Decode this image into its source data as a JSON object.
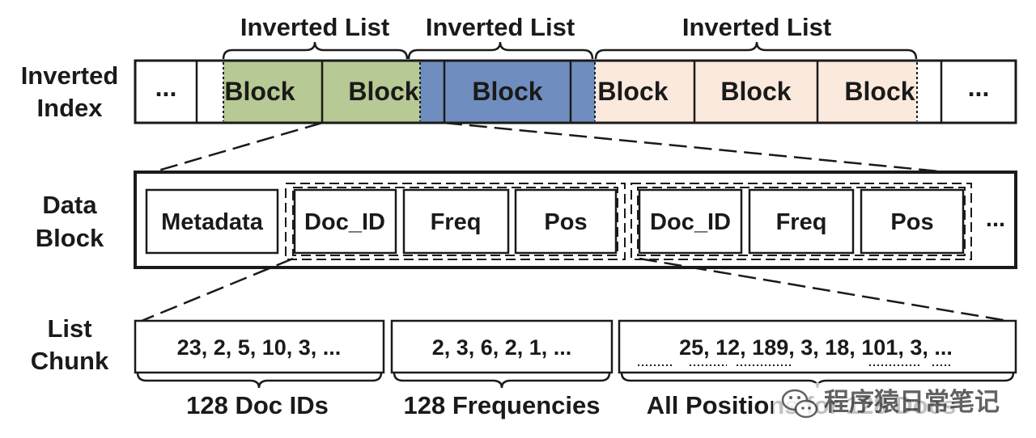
{
  "row_labels": {
    "inverted_index": [
      "Inverted",
      "Index"
    ],
    "data_block": [
      "Data",
      "Block"
    ],
    "list_chunk": [
      "List",
      "Chunk"
    ]
  },
  "inverted_list_label": "Inverted List",
  "index_cells": {
    "ellipsis": "...",
    "block": "Block"
  },
  "colors": {
    "green": "#b7c994",
    "blue": "#6f8ebf",
    "peach": "#fbe9dd",
    "line": "#1a1a1a"
  },
  "data_block": {
    "metadata": "Metadata",
    "doc_id": "Doc_ID",
    "freq": "Freq",
    "pos": "Pos",
    "ellipsis": "..."
  },
  "list_chunk": {
    "doc_ids": "23, 2, 5, 10, 3, ...",
    "frequencies": "2, 3, 6, 2, 1, ...",
    "positions": "25, 12, 189, 3, 18, 101, 3, ..."
  },
  "chunk_captions": {
    "doc_ids": "128 Doc IDs",
    "frequencies": "128 Frequencies",
    "positions": "All Positions for 128 Docs"
  },
  "watermark": {
    "text": "程序猿日常笔记",
    "icon": "wechat-icon"
  }
}
